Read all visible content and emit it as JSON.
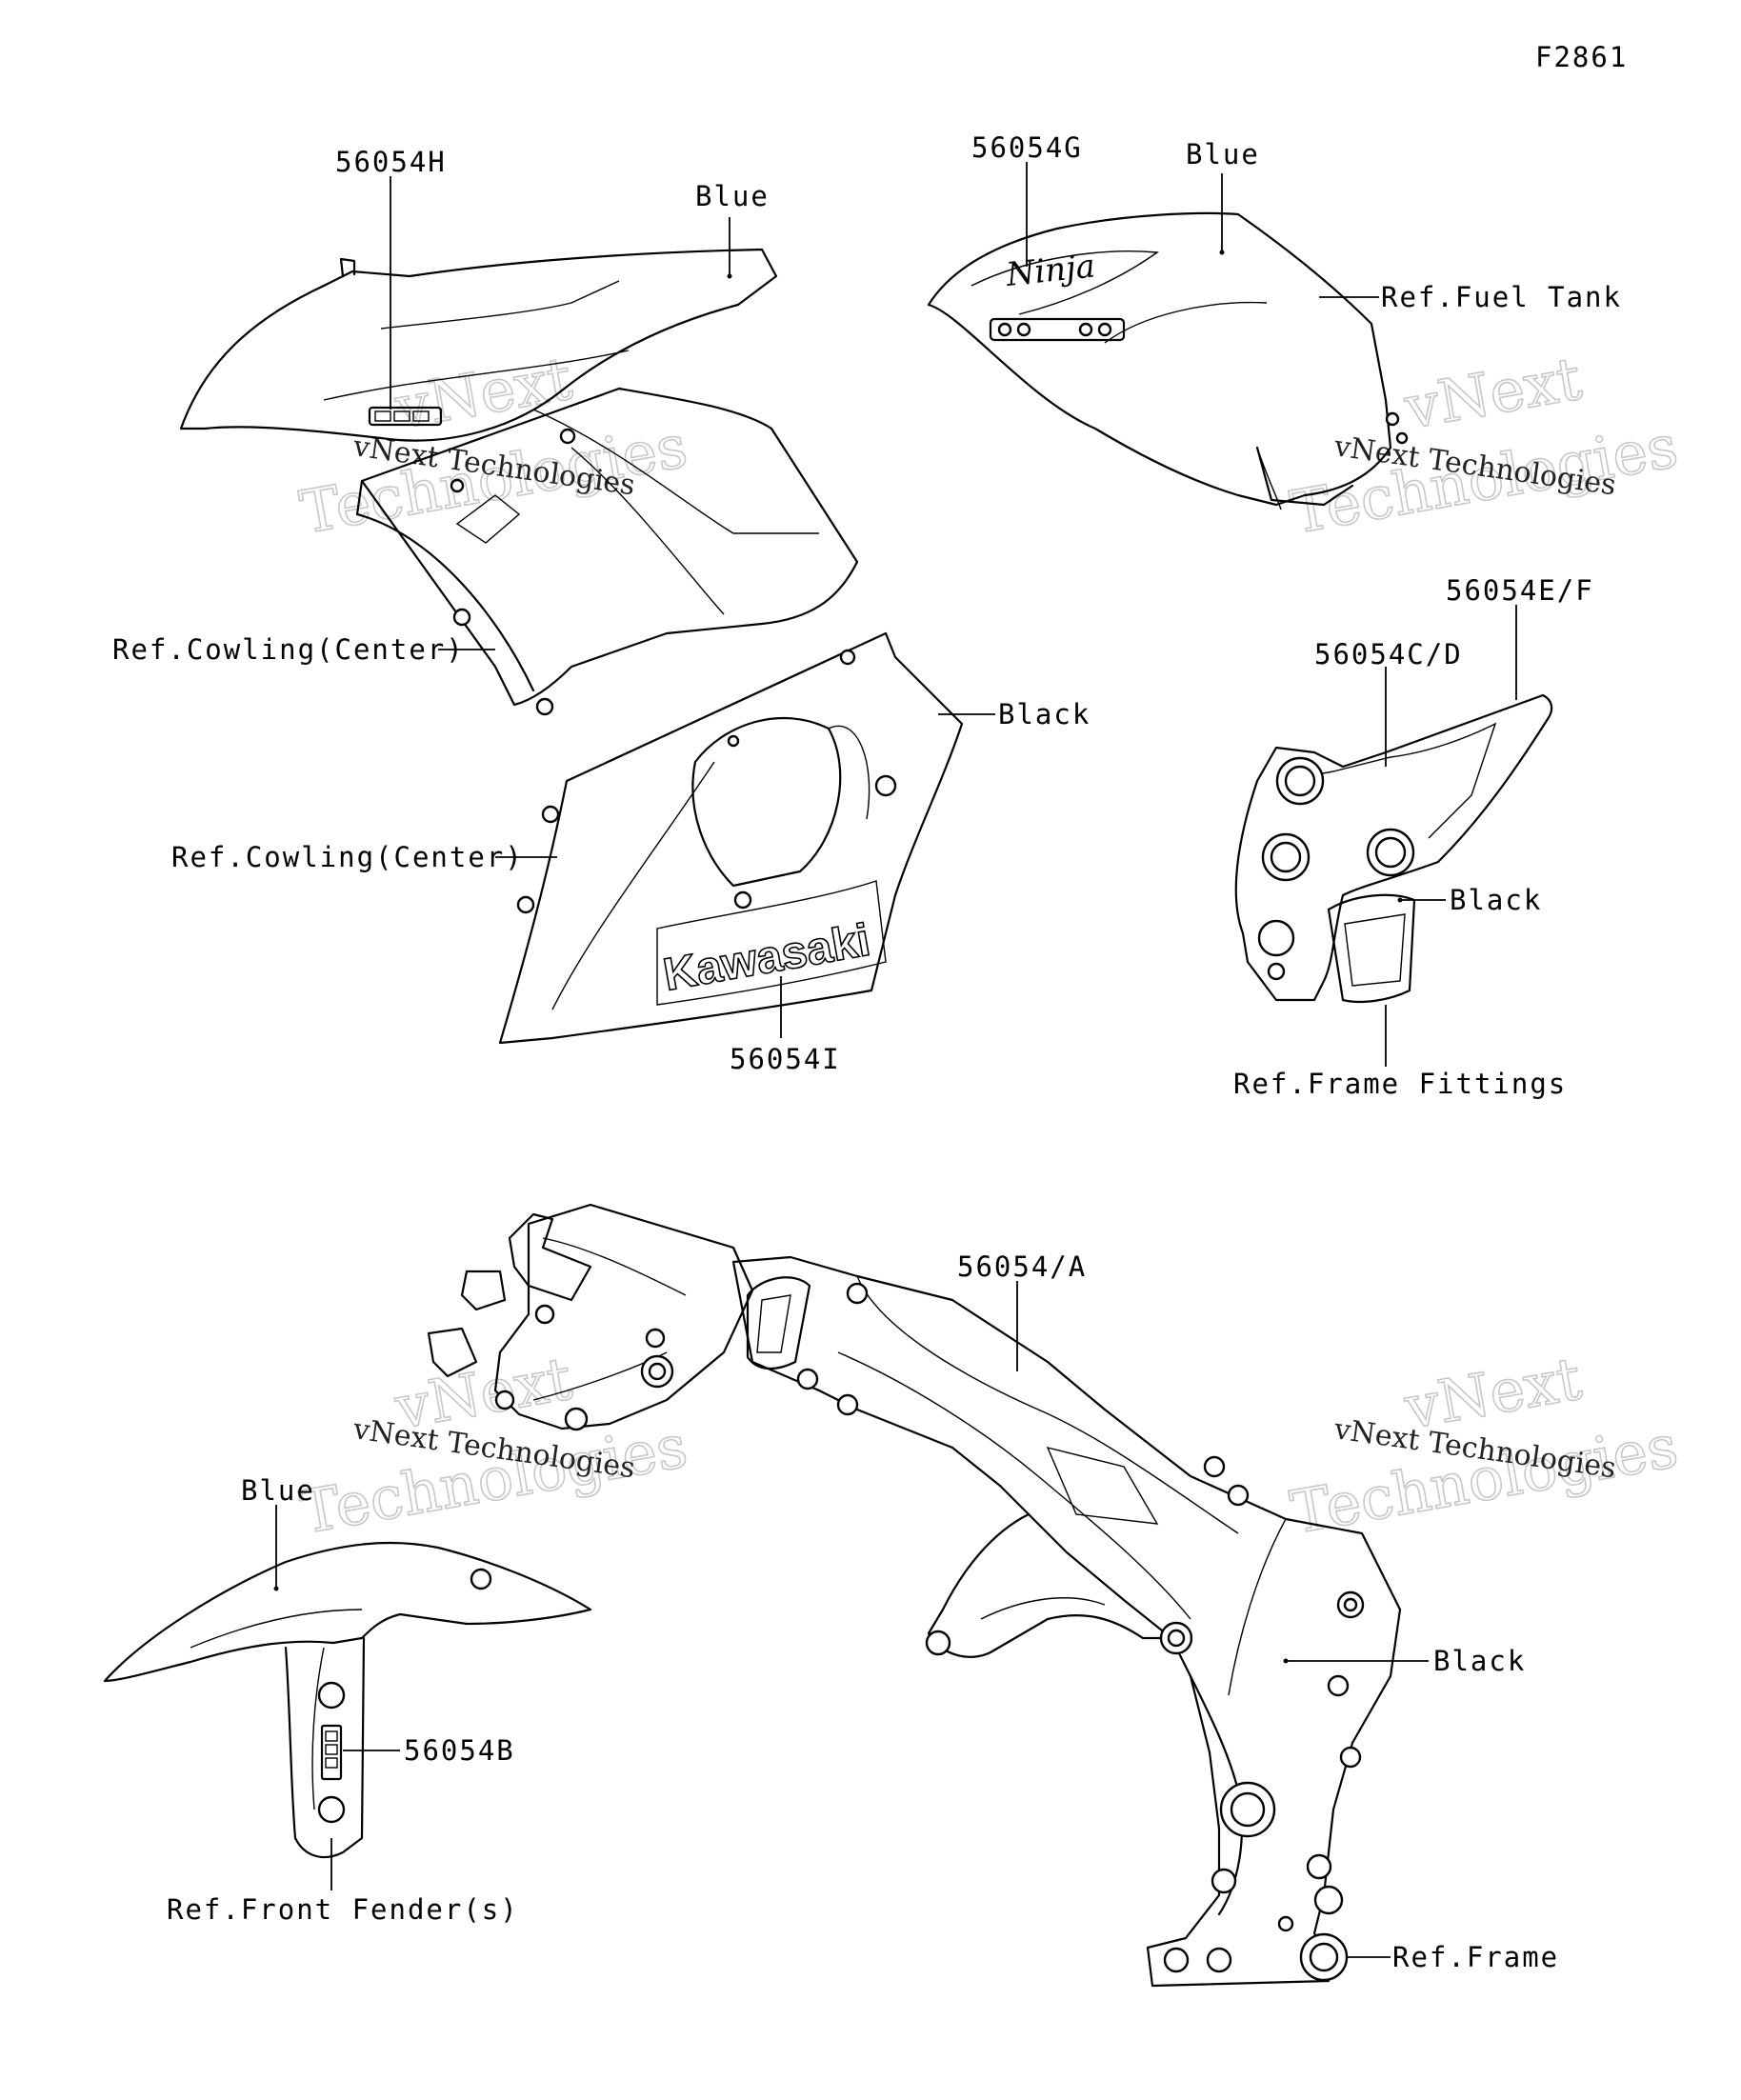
{
  "figure_code": "F2861",
  "labels": {
    "p56054h": "56054H",
    "blue_upper": "Blue",
    "ref_cowling_center_1": "Ref.Cowling(Center)",
    "p56054g": "56054G",
    "blue_tank": "Blue",
    "ref_fuel_tank": "Ref.Fuel Tank",
    "black_cowl": "Black",
    "ref_cowling_center_2": "Ref.Cowling(Center)",
    "p56054i": "56054I",
    "p56054ef": "56054E/F",
    "p56054cd": "56054C/D",
    "black_fitting": "Black",
    "ref_frame_fittings": "Ref.Frame Fittings",
    "p56054a": "56054/A",
    "blue_fender": "Blue",
    "p56054b": "56054B",
    "ref_front_fenders": "Ref.Front Fender(s)",
    "black_frame": "Black",
    "ref_frame": "Ref.Frame"
  },
  "decals": {
    "kawasaki": "Kawasaki",
    "ninja": "Ninja"
  },
  "watermark": {
    "big_line1": "vNext",
    "big_line2": "Technologies",
    "small": "vNext Technologies"
  }
}
